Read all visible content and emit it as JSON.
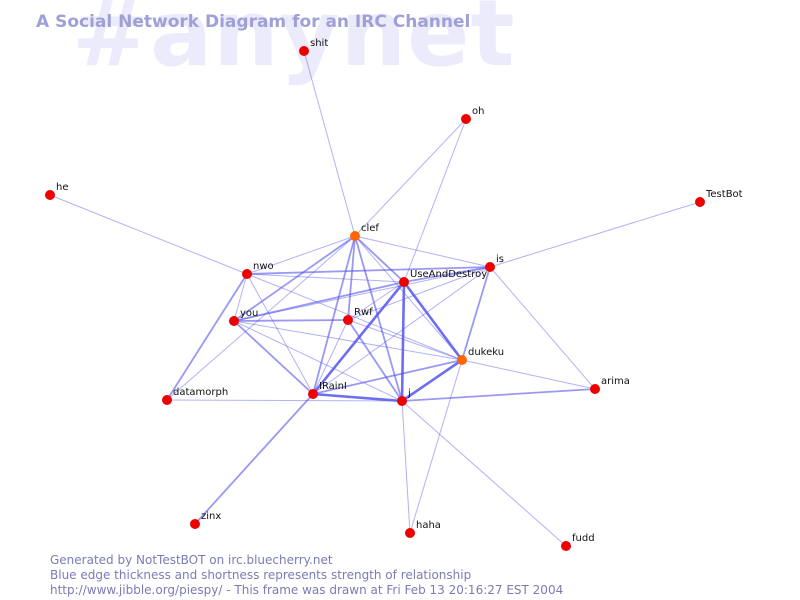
{
  "watermark": "#anynet",
  "title": "A Social Network Diagram for an IRC Channel",
  "footer": {
    "line1": "Generated by NotTestBOT on irc.bluecherry.net",
    "line2": "Blue edge thickness and shortness represents strength of relationship",
    "line3": "http://www.jibble.org/piespy/ - This frame was drawn at Fri Feb 13 20:16:27 EST 2004"
  },
  "colors": {
    "node": "#ee0000",
    "node_active": "#ff6600",
    "edge": "#5555ee"
  },
  "nodes": [
    {
      "id": "shit",
      "label": "shit"
    },
    {
      "id": "oh",
      "label": "oh"
    },
    {
      "id": "he",
      "label": "he"
    },
    {
      "id": "TestBot",
      "label": "TestBot"
    },
    {
      "id": "clef",
      "label": "clef",
      "active": true
    },
    {
      "id": "is",
      "label": "is"
    },
    {
      "id": "nwo",
      "label": "nwo"
    },
    {
      "id": "UseAndDestroy",
      "label": "UseAndDestroy"
    },
    {
      "id": "you",
      "label": "you"
    },
    {
      "id": "Rwf",
      "label": "Rwf"
    },
    {
      "id": "dukeku",
      "label": "dukeku",
      "active": true
    },
    {
      "id": "arima",
      "label": "arima"
    },
    {
      "id": "datamorph",
      "label": "datamorph"
    },
    {
      "id": "IRainI",
      "label": "IRainI"
    },
    {
      "id": "j",
      "label": "j"
    },
    {
      "id": "zinx",
      "label": "zinx"
    },
    {
      "id": "haha",
      "label": "haha"
    },
    {
      "id": "fudd",
      "label": "fudd"
    }
  ],
  "edges": [
    {
      "from": "shit",
      "to": "clef",
      "weight": 1
    },
    {
      "from": "oh",
      "to": "clef",
      "weight": 1
    },
    {
      "from": "oh",
      "to": "UseAndDestroy",
      "weight": 1
    },
    {
      "from": "he",
      "to": "nwo",
      "weight": 1
    },
    {
      "from": "TestBot",
      "to": "is",
      "weight": 1
    },
    {
      "from": "clef",
      "to": "nwo",
      "weight": 1
    },
    {
      "from": "clef",
      "to": "is",
      "weight": 1
    },
    {
      "from": "clef",
      "to": "UseAndDestroy",
      "weight": 2
    },
    {
      "from": "clef",
      "to": "you",
      "weight": 2
    },
    {
      "from": "clef",
      "to": "Rwf",
      "weight": 2
    },
    {
      "from": "clef",
      "to": "IRainI",
      "weight": 2
    },
    {
      "from": "clef",
      "to": "j",
      "weight": 2
    },
    {
      "from": "clef",
      "to": "dukeku",
      "weight": 1
    },
    {
      "from": "clef",
      "to": "datamorph",
      "weight": 1
    },
    {
      "from": "nwo",
      "to": "is",
      "weight": 2
    },
    {
      "from": "nwo",
      "to": "UseAndDestroy",
      "weight": 1
    },
    {
      "from": "nwo",
      "to": "datamorph",
      "weight": 2
    },
    {
      "from": "nwo",
      "to": "IRainI",
      "weight": 1
    },
    {
      "from": "nwo",
      "to": "dukeku",
      "weight": 1
    },
    {
      "from": "nwo",
      "to": "you",
      "weight": 1
    },
    {
      "from": "is",
      "to": "UseAndDestroy",
      "weight": 2
    },
    {
      "from": "is",
      "to": "dukeku",
      "weight": 2
    },
    {
      "from": "is",
      "to": "arima",
      "weight": 1
    },
    {
      "from": "is",
      "to": "you",
      "weight": 1
    },
    {
      "from": "is",
      "to": "IRainI",
      "weight": 1
    },
    {
      "from": "is",
      "to": "Rwf",
      "weight": 1
    },
    {
      "from": "UseAndDestroy",
      "to": "you",
      "weight": 2
    },
    {
      "from": "UseAndDestroy",
      "to": "Rwf",
      "weight": 1
    },
    {
      "from": "UseAndDestroy",
      "to": "dukeku",
      "weight": 3
    },
    {
      "from": "UseAndDestroy",
      "to": "j",
      "weight": 3
    },
    {
      "from": "UseAndDestroy",
      "to": "IRainI",
      "weight": 3
    },
    {
      "from": "you",
      "to": "Rwf",
      "weight": 2
    },
    {
      "from": "you",
      "to": "IRainI",
      "weight": 2
    },
    {
      "from": "you",
      "to": "dukeku",
      "weight": 1
    },
    {
      "from": "you",
      "to": "j",
      "weight": 1
    },
    {
      "from": "Rwf",
      "to": "j",
      "weight": 2
    },
    {
      "from": "Rwf",
      "to": "dukeku",
      "weight": 1
    },
    {
      "from": "Rwf",
      "to": "IRainI",
      "weight": 1
    },
    {
      "from": "dukeku",
      "to": "j",
      "weight": 3
    },
    {
      "from": "dukeku",
      "to": "IRainI",
      "weight": 2
    },
    {
      "from": "dukeku",
      "to": "arima",
      "weight": 1
    },
    {
      "from": "dukeku",
      "to": "haha",
      "weight": 1
    },
    {
      "from": "datamorph",
      "to": "j",
      "weight": 1
    },
    {
      "from": "IRainI",
      "to": "j",
      "weight": 3
    },
    {
      "from": "IRainI",
      "to": "zinx",
      "weight": 2
    },
    {
      "from": "j",
      "to": "arima",
      "weight": 2
    },
    {
      "from": "j",
      "to": "haha",
      "weight": 1
    },
    {
      "from": "j",
      "to": "fudd",
      "weight": 1
    }
  ]
}
